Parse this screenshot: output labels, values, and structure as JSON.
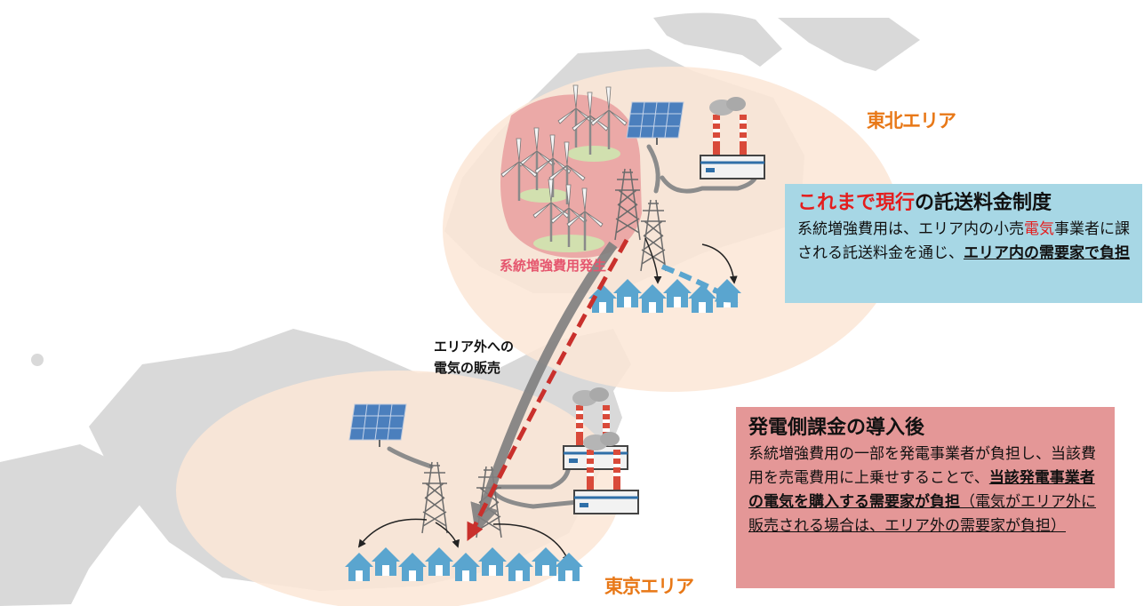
{
  "areas": {
    "tohoku": "東北エリア",
    "tokyo": "東京エリア"
  },
  "region_cost_label": "系統増強費用発生",
  "flow_label": [
    "エリア外への",
    "電気の販売"
  ],
  "current_box": {
    "title_red": "これまで現行",
    "title_rest": "の託送料金制度",
    "body_1": "系統増強費用は、エリア内の小売",
    "body_red": "電気",
    "body_2": "事業者に課される託送料金を通じ、",
    "body_bold": "エリア内の需要家で負担"
  },
  "after_box": {
    "title": "発電側課金の導入後",
    "body_1": "系統増強費用の一部を発電事業者が負担し、当該費用を売電費用に上乗せすることで、",
    "body_bold": "当該発電事業者の電気を購入する需要家が負担",
    "body_2": "（電気がエリア外に販売される場合は、エリア外の需要家が負担）"
  },
  "colors": {
    "orange_label": "#e87817",
    "red_title": "#e41d1d",
    "current_box_bg": "#a7d7e5",
    "after_box_bg": "#e49797",
    "house_blue": "#5aa5cf",
    "land_gray": "#d9d9d9",
    "area_peach": "#fbe6d6"
  }
}
